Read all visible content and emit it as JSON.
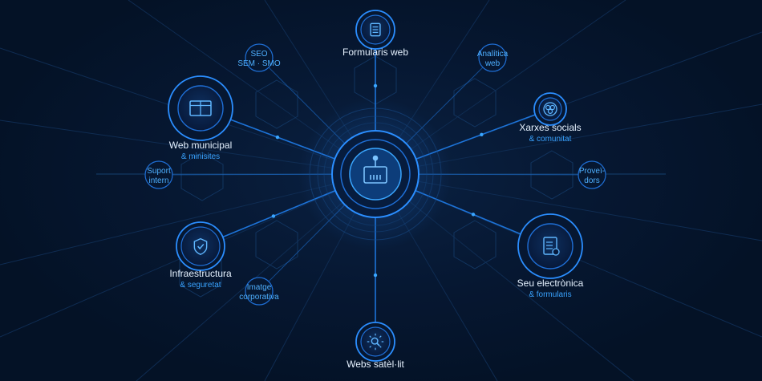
{
  "colors": {
    "background": "#041226",
    "accent": "#2b8eff",
    "line": "#1f78e0",
    "label": "#e6f2ff",
    "sublabel": "#39a3ff"
  },
  "hub": {
    "icon": "robot-gate-icon"
  },
  "major_nodes": [
    {
      "id": "formularis",
      "icon": "form-document-icon",
      "label": "Formularis web",
      "sublabel": ""
    },
    {
      "id": "xarxes",
      "icon": "social-circles-icon",
      "label": "Xarxes socials",
      "sublabel": "& comunitat"
    },
    {
      "id": "seu",
      "icon": "document-seal-icon",
      "label": "Seu electrònica",
      "sublabel": "& formularis"
    },
    {
      "id": "satellit",
      "icon": "satellite-search-icon",
      "label": "Webs satèl·lit",
      "sublabel": ""
    },
    {
      "id": "infra",
      "icon": "shield-check-icon",
      "label": "Infraestructura",
      "sublabel": "& seguretat"
    },
    {
      "id": "web",
      "icon": "browser-window-icon",
      "label": "Web municipal",
      "sublabel": "& minisites"
    }
  ],
  "minor_nodes": [
    {
      "id": "seo",
      "lines": [
        "SEO",
        "SEM · SMO"
      ]
    },
    {
      "id": "analitica",
      "lines": [
        "Analítica",
        "web"
      ]
    },
    {
      "id": "proveidors",
      "lines": [
        "Proveï-",
        "dors"
      ]
    },
    {
      "id": "imatge",
      "lines": [
        "Imatge",
        "corporativa"
      ]
    },
    {
      "id": "suport",
      "lines": [
        "Suport",
        "intern"
      ]
    }
  ]
}
